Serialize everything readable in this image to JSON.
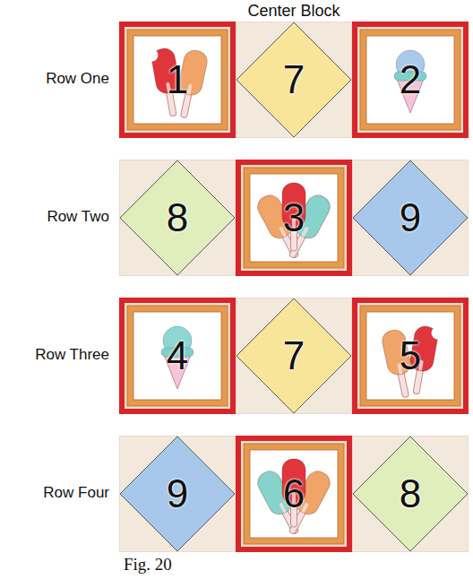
{
  "diagram": {
    "caption": "Fig. 20",
    "nodes": [
      {
        "text": [
          "1"
        ]
      },
      {
        "text": [
          "7"
        ]
      },
      {
        "text": [
          "2"
        ]
      },
      {
        "text": [
          "8"
        ]
      },
      {
        "text": [
          "3"
        ]
      },
      {
        "text": [
          "9"
        ]
      },
      {
        "text": [
          "4"
        ]
      },
      {
        "text": [
          "7"
        ]
      },
      {
        "text": [
          "5"
        ]
      },
      {
        "text": [
          "9"
        ]
      },
      {
        "text": [
          "6"
        ]
      },
      {
        "text": [
          "8"
        ]
      }
    ],
    "labels": [
      "Center Block",
      "Row One",
      "Row Two",
      "Row Three",
      "Row Four"
    ]
  }
}
